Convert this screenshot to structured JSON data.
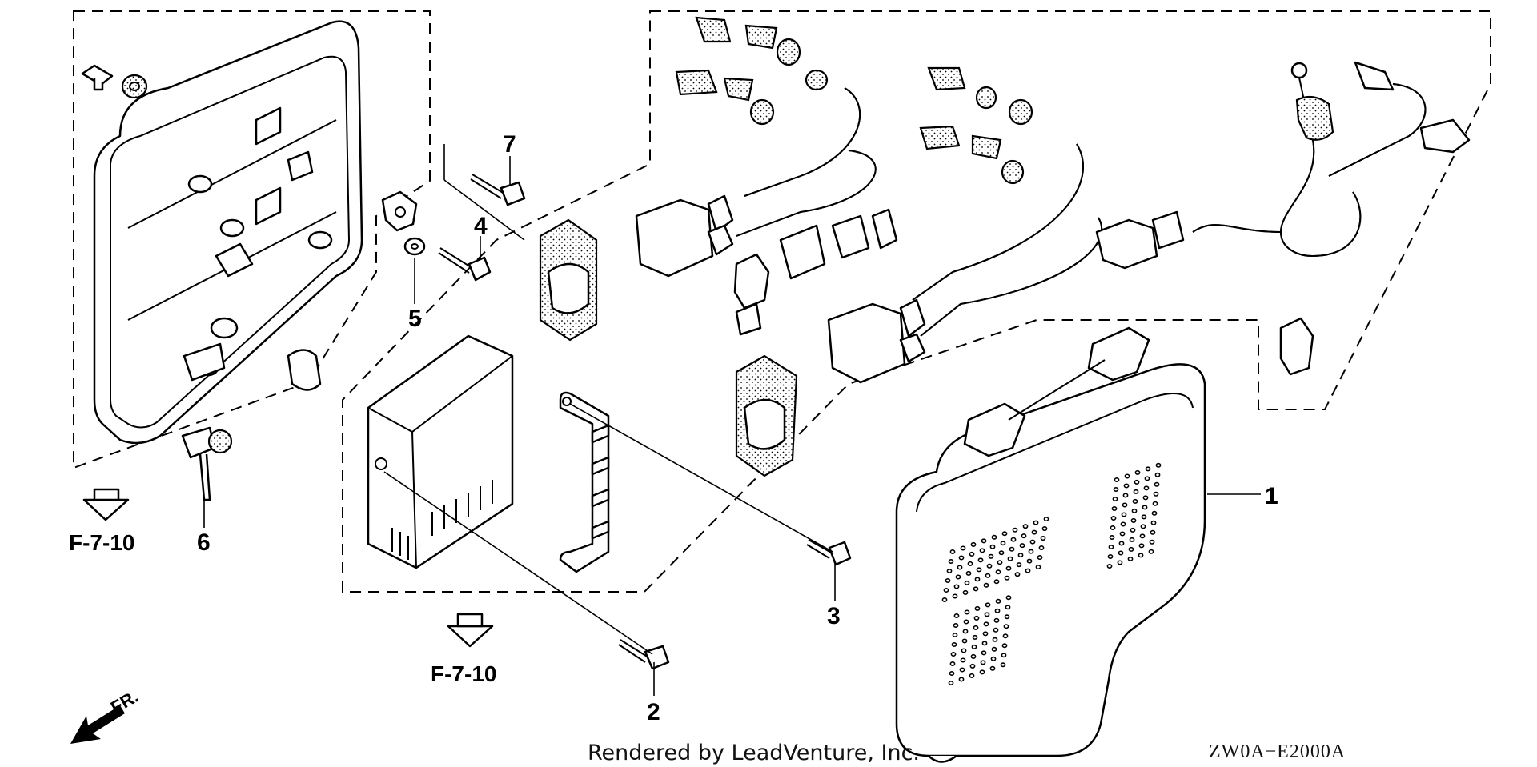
{
  "callouts": {
    "c1": "1",
    "c2": "2",
    "c3": "3",
    "c4": "4",
    "c5": "5",
    "c6": "6",
    "c7": "7"
  },
  "references": {
    "left": "F-7-10",
    "center": "F-7-10"
  },
  "direction_label": "FR.",
  "credit": "Rendered by LeadVenture, Inc.",
  "diagram_code": "ZW0A−E2000A"
}
